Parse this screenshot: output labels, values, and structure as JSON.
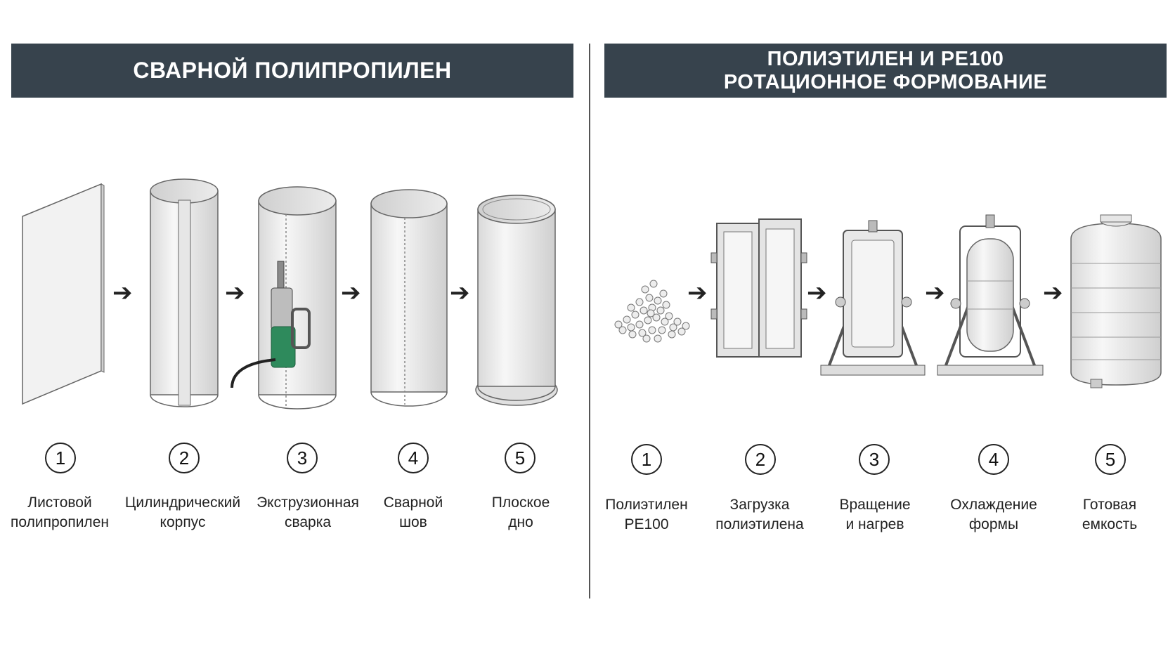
{
  "left_panel": {
    "title": "СВАРНОЙ ПОЛИПРОПИЛЕН",
    "steps": [
      {
        "number": "1",
        "line1": "Листовой",
        "line2": "полипропилен"
      },
      {
        "number": "2",
        "line1": "Цилиндрический",
        "line2": "корпус"
      },
      {
        "number": "3",
        "line1": "Экструзионная",
        "line2": "сварка"
      },
      {
        "number": "4",
        "line1": "Сварной",
        "line2": "шов"
      },
      {
        "number": "5",
        "line1": "Плоское",
        "line2": "дно"
      }
    ]
  },
  "right_panel": {
    "title_line1": "ПОЛИЭТИЛЕН И PE100",
    "title_line2": "РОТАЦИОННОЕ ФОРМОВАНИЕ",
    "steps": [
      {
        "number": "1",
        "line1": "Полиэтилен",
        "line2": "PE100"
      },
      {
        "number": "2",
        "line1": "Загрузка",
        "line2": "полиэтилена"
      },
      {
        "number": "3",
        "line1": "Вращение",
        "line2": "и нагрев"
      },
      {
        "number": "4",
        "line1": "Охлаждение",
        "line2": "формы"
      },
      {
        "number": "5",
        "line1": "Готовая",
        "line2": "емкость"
      }
    ]
  },
  "arrow_glyph": "➔",
  "colors": {
    "banner": "#37434d",
    "welder_green": "#2e8a5c",
    "sheet": "#f2f2f2"
  }
}
